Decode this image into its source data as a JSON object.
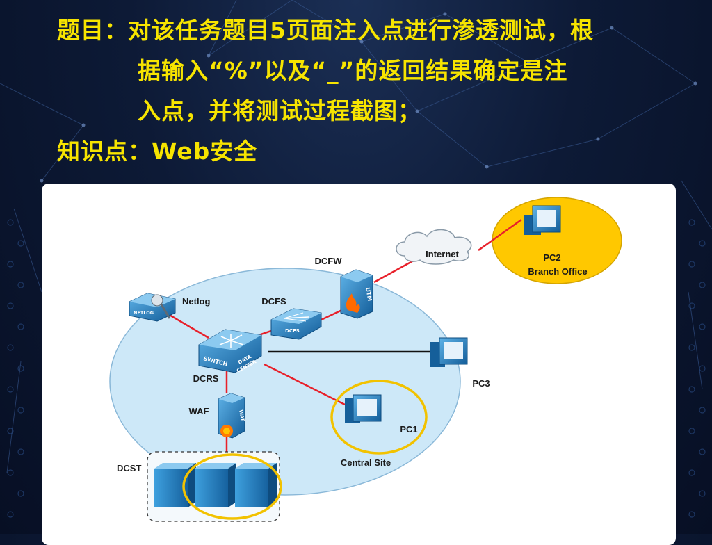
{
  "task": {
    "line1_label": "题目：",
    "line1_text": "对该任务题目5页面注入点进行渗透测试，根",
    "line2_text": "据输入“%”以及“_”的返回结果确定是注",
    "line3_text": "入点，并将测试过程截图；"
  },
  "knowledge": {
    "label": "知识点：",
    "text": "Web安全"
  },
  "diagram": {
    "nodes": {
      "pc2": "PC2",
      "branch_office": "Branch Office",
      "internet": "Internet",
      "dcfw": "DCFW",
      "dcfw_device_text": "UTM",
      "netlog": "Netlog",
      "netlog_device_text": "NETLOG",
      "dcfs": "DCFS",
      "dcfs_device_text": "DCFS",
      "dcrs": "DCRS",
      "switch_text_1": "SWITCH",
      "switch_text_2": "DATA",
      "switch_text_3": "CENTER",
      "pc3": "PC3",
      "pc1": "PC1",
      "central_site": "Central Site",
      "waf": "WAF",
      "waf_device_text": "WAF",
      "dcst": "DCST"
    },
    "colors": {
      "link_red": "#e8202a",
      "link_black": "#111111",
      "zone_fill": "#cde8f8",
      "branch_fill": "#ffc800",
      "highlight_ring": "#f2c200",
      "device_blue": "#1f7fc1"
    }
  }
}
